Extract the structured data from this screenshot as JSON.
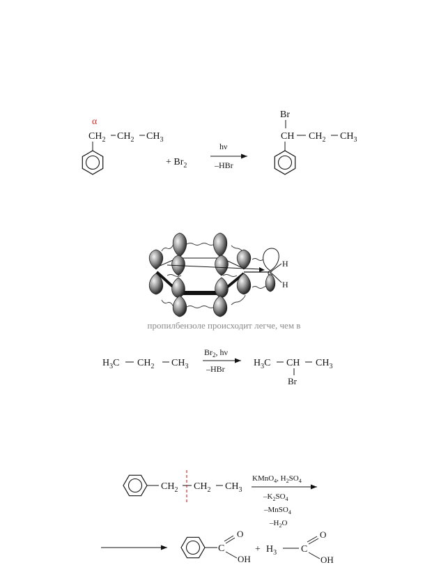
{
  "caption": "пропилбензоле происходит легче, чем в",
  "reaction1": {
    "alpha": "α",
    "ch2": "CH",
    "ch2_sub": "2",
    "ch3": "CH",
    "ch3_sub": "3",
    "plus": "+ Br",
    "br_sub": "2",
    "cond_top": "hν",
    "cond_bottom": "–HBr",
    "prod_br": "Br",
    "prod_ch": "CH"
  },
  "orbital": {
    "h1": "H",
    "h2": "H",
    "c": "C"
  },
  "reaction2": {
    "h": "H",
    "sub3": "3",
    "c": "C",
    "ch": "CH",
    "sub2": "2",
    "cond_top": "Br",
    "cond_top_sub": "2",
    "cond_top_rest": ", hν",
    "cond_bottom": "–HBr",
    "prod_ch": "CH",
    "prod_br": "Br"
  },
  "reaction3": {
    "ch": "CH",
    "sub2": "2",
    "sub3": "3",
    "cond1": "KMnO",
    "cond1_sub": "4",
    "cond1_rest": ", H",
    "cond1_sub2": "2",
    "cond1_so": "SO",
    "cond1_sub3": "4",
    "cond2": "–K",
    "cond2_sub": "2",
    "cond2_so": "SO",
    "cond2_sub2": "4",
    "cond3": "–MnSO",
    "cond3_sub": "4",
    "cond4": "–H",
    "cond4_sub": "2",
    "cond4_o": "O",
    "c": "C",
    "o": "O",
    "oh": "OH",
    "plus": "+",
    "h": "H",
    "sub_h3": "3"
  }
}
